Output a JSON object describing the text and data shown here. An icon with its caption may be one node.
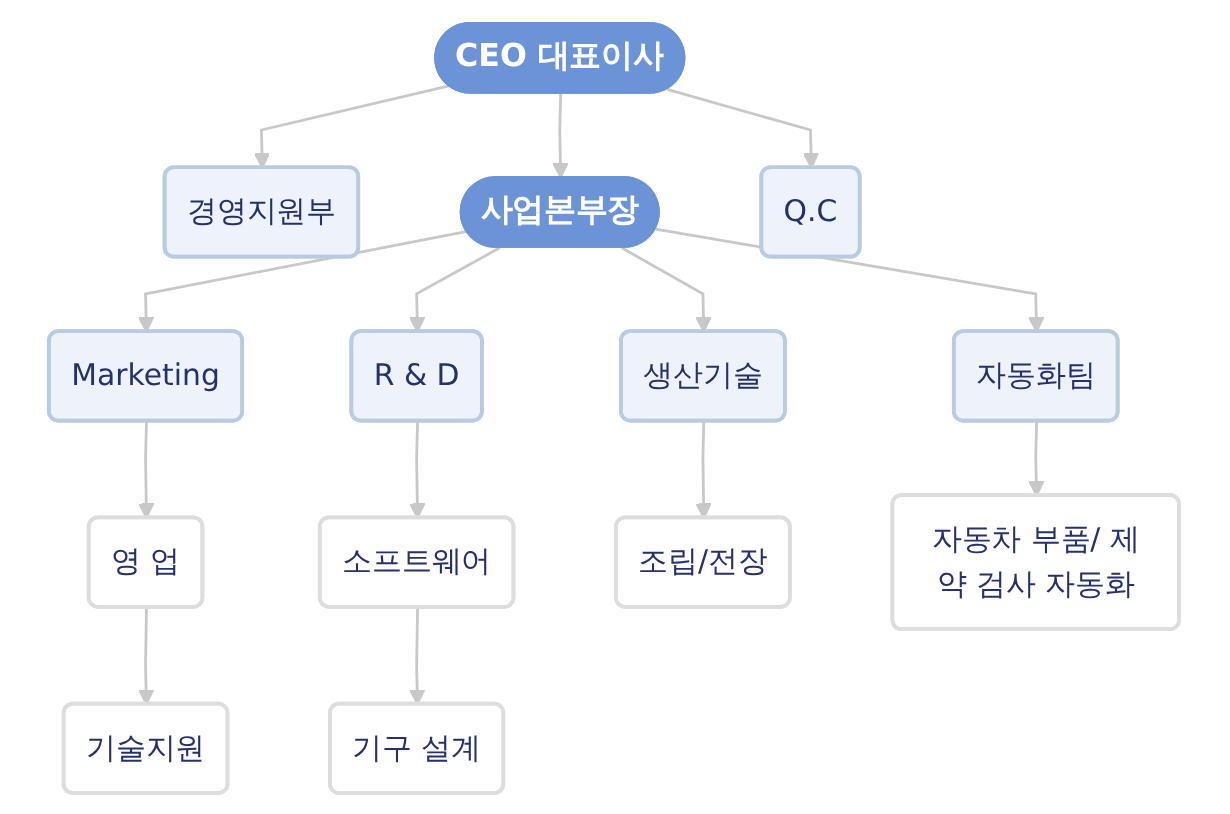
{
  "diagram": {
    "nodes": [
      {
        "text": [
          "CEO 대표이사"
        ]
      },
      {
        "text": [
          "경영지원부"
        ]
      },
      {
        "text": [
          "사업본부장"
        ]
      },
      {
        "text": [
          "Q.C"
        ]
      },
      {
        "text": [
          "Marketing"
        ]
      },
      {
        "text": [
          "R & D"
        ]
      },
      {
        "text": [
          "생산기술"
        ]
      },
      {
        "text": [
          "자동화팀"
        ]
      },
      {
        "text": [
          "영 업"
        ]
      },
      {
        "text": [
          "기술지원"
        ]
      },
      {
        "text": [
          "소프트웨어"
        ]
      },
      {
        "text": [
          "기구 설계"
        ]
      },
      {
        "text": [
          "조립/전장"
        ]
      },
      {
        "text": [
          "자동차 부품/ 제약 검사 자동화"
        ]
      }
    ],
    "edges": [
      {
        "from": 0,
        "to": 1,
        "arrow": "to"
      },
      {
        "from": 0,
        "to": 2,
        "arrow": "to"
      },
      {
        "from": 0,
        "to": 3,
        "arrow": "to"
      },
      {
        "from": 2,
        "to": 4,
        "arrow": "to"
      },
      {
        "from": 2,
        "to": 5,
        "arrow": "to"
      },
      {
        "from": 2,
        "to": 6,
        "arrow": "to"
      },
      {
        "from": 2,
        "to": 7,
        "arrow": "to"
      },
      {
        "from": 4,
        "to": 8,
        "arrow": "to"
      },
      {
        "from": 8,
        "to": 9,
        "arrow": "to"
      },
      {
        "from": 5,
        "to": 10,
        "arrow": "to"
      },
      {
        "from": 10,
        "to": 11,
        "arrow": "to"
      },
      {
        "from": 6,
        "to": 12,
        "arrow": "to"
      },
      {
        "from": 7,
        "to": 13,
        "arrow": "to"
      }
    ]
  }
}
